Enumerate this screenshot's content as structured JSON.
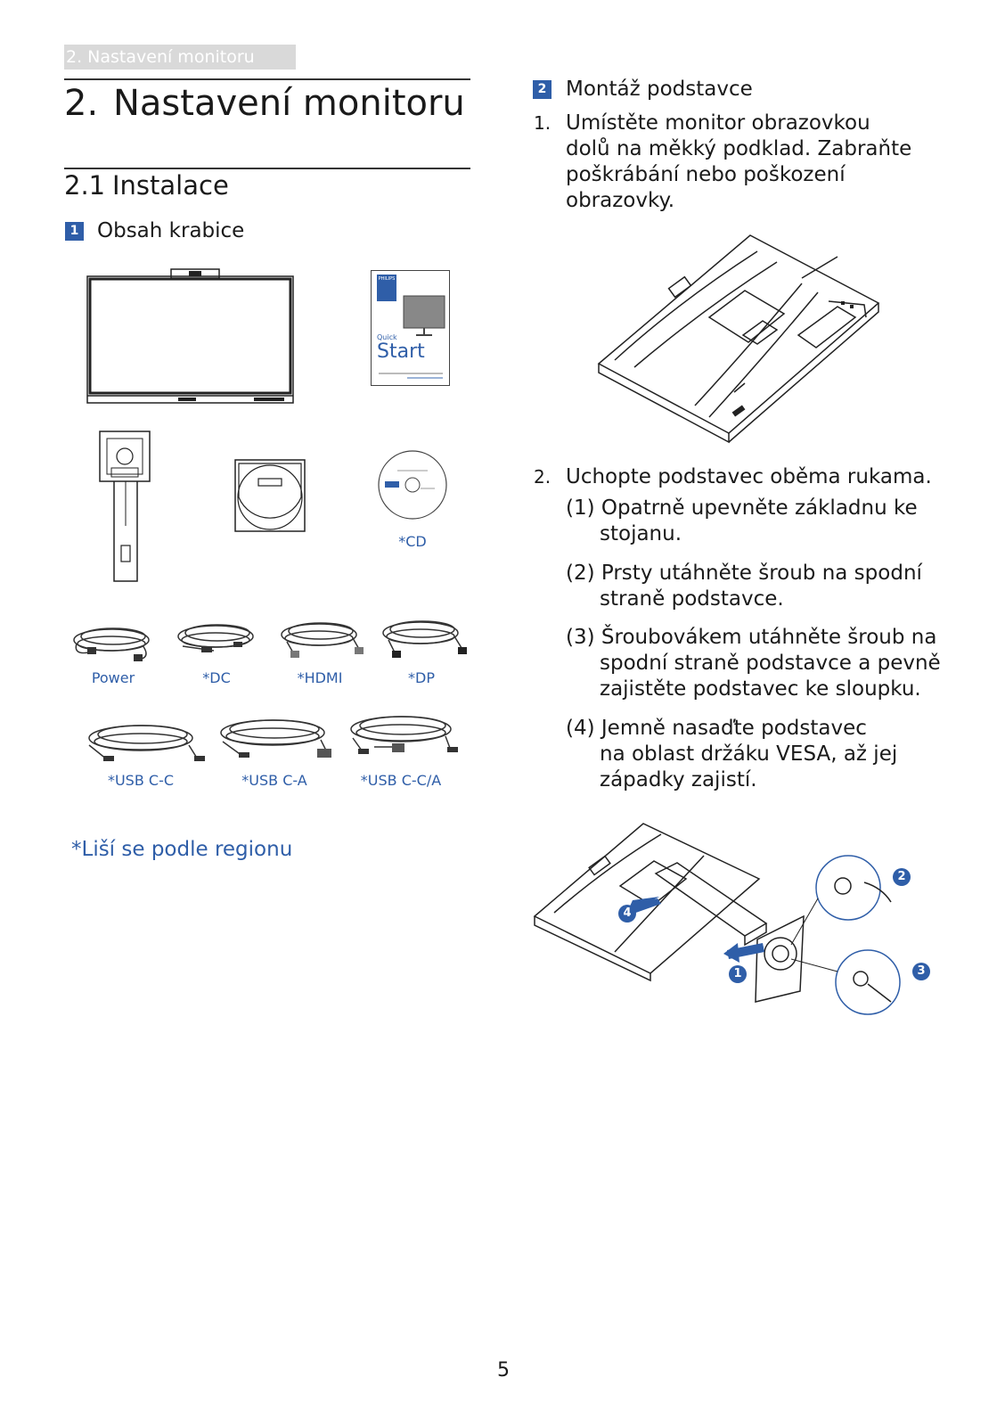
{
  "header": {
    "tab_text": "2. Nastavení monitoru"
  },
  "heading1": {
    "number": "2.",
    "text": "Nastavení monitoru"
  },
  "heading2": {
    "number": "2.1",
    "text": "Instalace"
  },
  "box_contents": {
    "badge": "1",
    "title": "Obsah krabice",
    "quick_start": {
      "brand": "PHILIPS",
      "quick": "Quick",
      "start": "Start"
    },
    "cd_label": "*CD",
    "cables_row1": [
      "Power",
      "*DC",
      "*HDMI",
      "*DP"
    ],
    "cables_row2": [
      "*USB C-C",
      "*USB C-A",
      "*USB C-C/A"
    ],
    "region_note": "*Liší se podle regionu"
  },
  "stand_install": {
    "badge": "2",
    "title": "Montáž podstavce",
    "step1": {
      "num": "1.",
      "lines": [
        "Umístěte monitor obrazovkou",
        "dolů na měkký podklad. Zabraňte",
        "poškrábání nebo poškození",
        "obrazovky."
      ]
    },
    "step2": {
      "num": "2.",
      "text": "Uchopte podstavec oběma rukama.",
      "substeps": [
        {
          "lines": [
            "(1) Opatrně upevněte základnu ke",
            "stojanu."
          ]
        },
        {
          "lines": [
            "(2) Prsty utáhněte šroub na spodní",
            "straně podstavce."
          ]
        },
        {
          "lines": [
            "(3) Šroubovákem utáhněte šroub na",
            "spodní straně podstavce a pevně",
            "zajistěte podstavec ke sloupku."
          ]
        },
        {
          "lines": [
            "(4) Jemně nasaďte podstavec",
            "na oblast držáku VESA, až jej",
            "západky zajistí."
          ]
        }
      ]
    },
    "callouts": [
      "1",
      "2",
      "3",
      "4"
    ]
  },
  "page_number": "5",
  "colors": {
    "accent": "#2f5ea8",
    "header_tab": "#d9d9d9"
  }
}
